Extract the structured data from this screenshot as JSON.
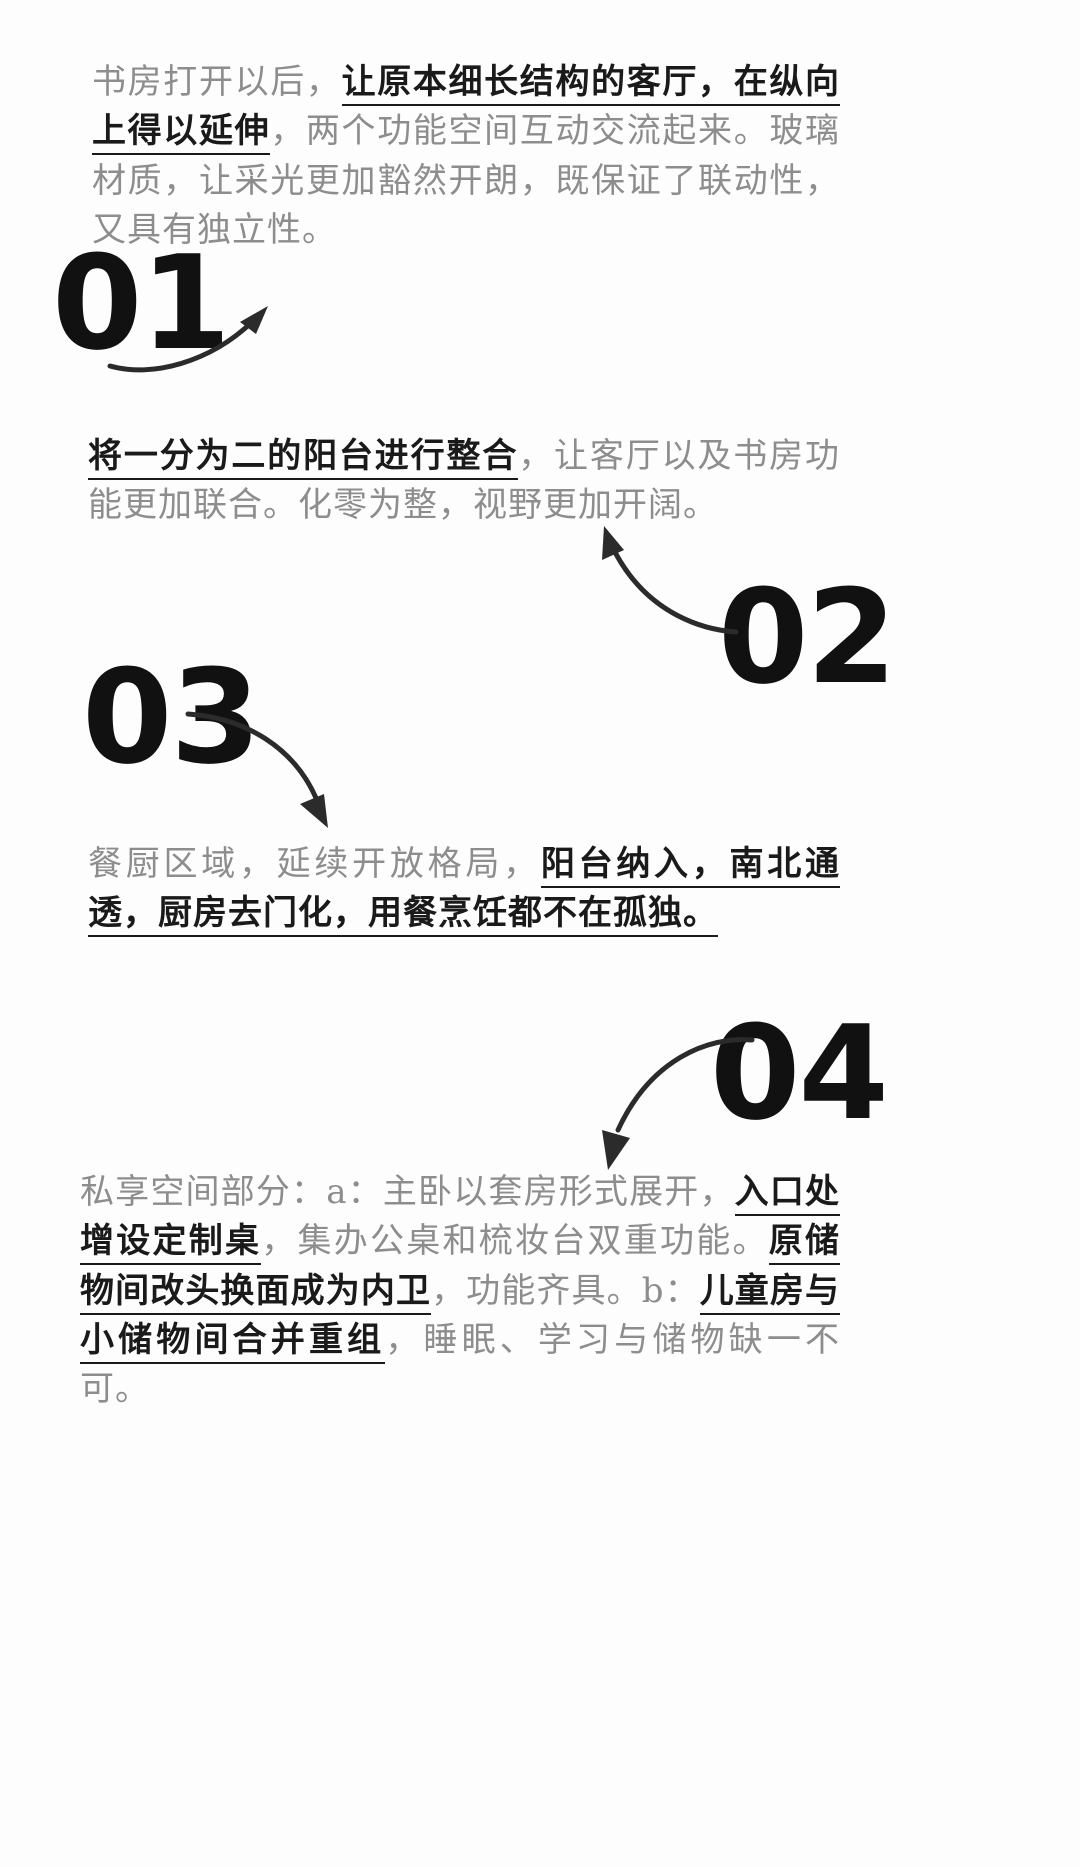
{
  "page": {
    "background_color": "#ffffff",
    "body_text_color": "#8d8d8d",
    "emphasis_text_color": "#1a1a1a",
    "numeral_color": "#111111",
    "arrow_color": "#2b2b2b"
  },
  "sections": [
    {
      "number": "01",
      "arrow_icon": "curved-arrow-up-right-icon",
      "runs": [
        {
          "text": "书房打开以后，",
          "emphasis": false
        },
        {
          "text": "让原本细长结构的客厅，在纵向上得以延伸",
          "emphasis": true
        },
        {
          "text": "，两个功能空间互动交流起来。玻璃材质，让采光更加豁然开朗，既保证了联动性，又具有独立性。",
          "emphasis": false
        }
      ]
    },
    {
      "number": "02",
      "arrow_icon": "curved-arrow-up-left-icon",
      "runs": [
        {
          "text": "将一分为二的阳台进行整合",
          "emphasis": true
        },
        {
          "text": "，让客厅以及书房功能更加联合。化零为整，视野更加开阔。",
          "emphasis": false
        }
      ]
    },
    {
      "number": "03",
      "arrow_icon": "curved-arrow-down-right-icon",
      "runs": [
        {
          "text": "餐厨区域，延续开放格局，",
          "emphasis": false
        },
        {
          "text": "阳台纳入，南北通透，厨房去门化，用餐烹饪都不在孤独。",
          "emphasis": true
        }
      ]
    },
    {
      "number": "04",
      "arrow_icon": "curved-arrow-down-left-icon",
      "runs": [
        {
          "text": "私享空间部分：a：主卧以套房形式展开，",
          "emphasis": false
        },
        {
          "text": "入口处增设定制桌",
          "emphasis": true
        },
        {
          "text": "，集办公桌和梳妆台双重功能。",
          "emphasis": false
        },
        {
          "text": "原储物间改头换面成为内卫",
          "emphasis": true
        },
        {
          "text": "，功能齐具。b：",
          "emphasis": false
        },
        {
          "text": "儿童房与小储物间合并重组",
          "emphasis": true
        },
        {
          "text": "，睡眠、学习与储物缺一不可。",
          "emphasis": false
        }
      ]
    }
  ]
}
